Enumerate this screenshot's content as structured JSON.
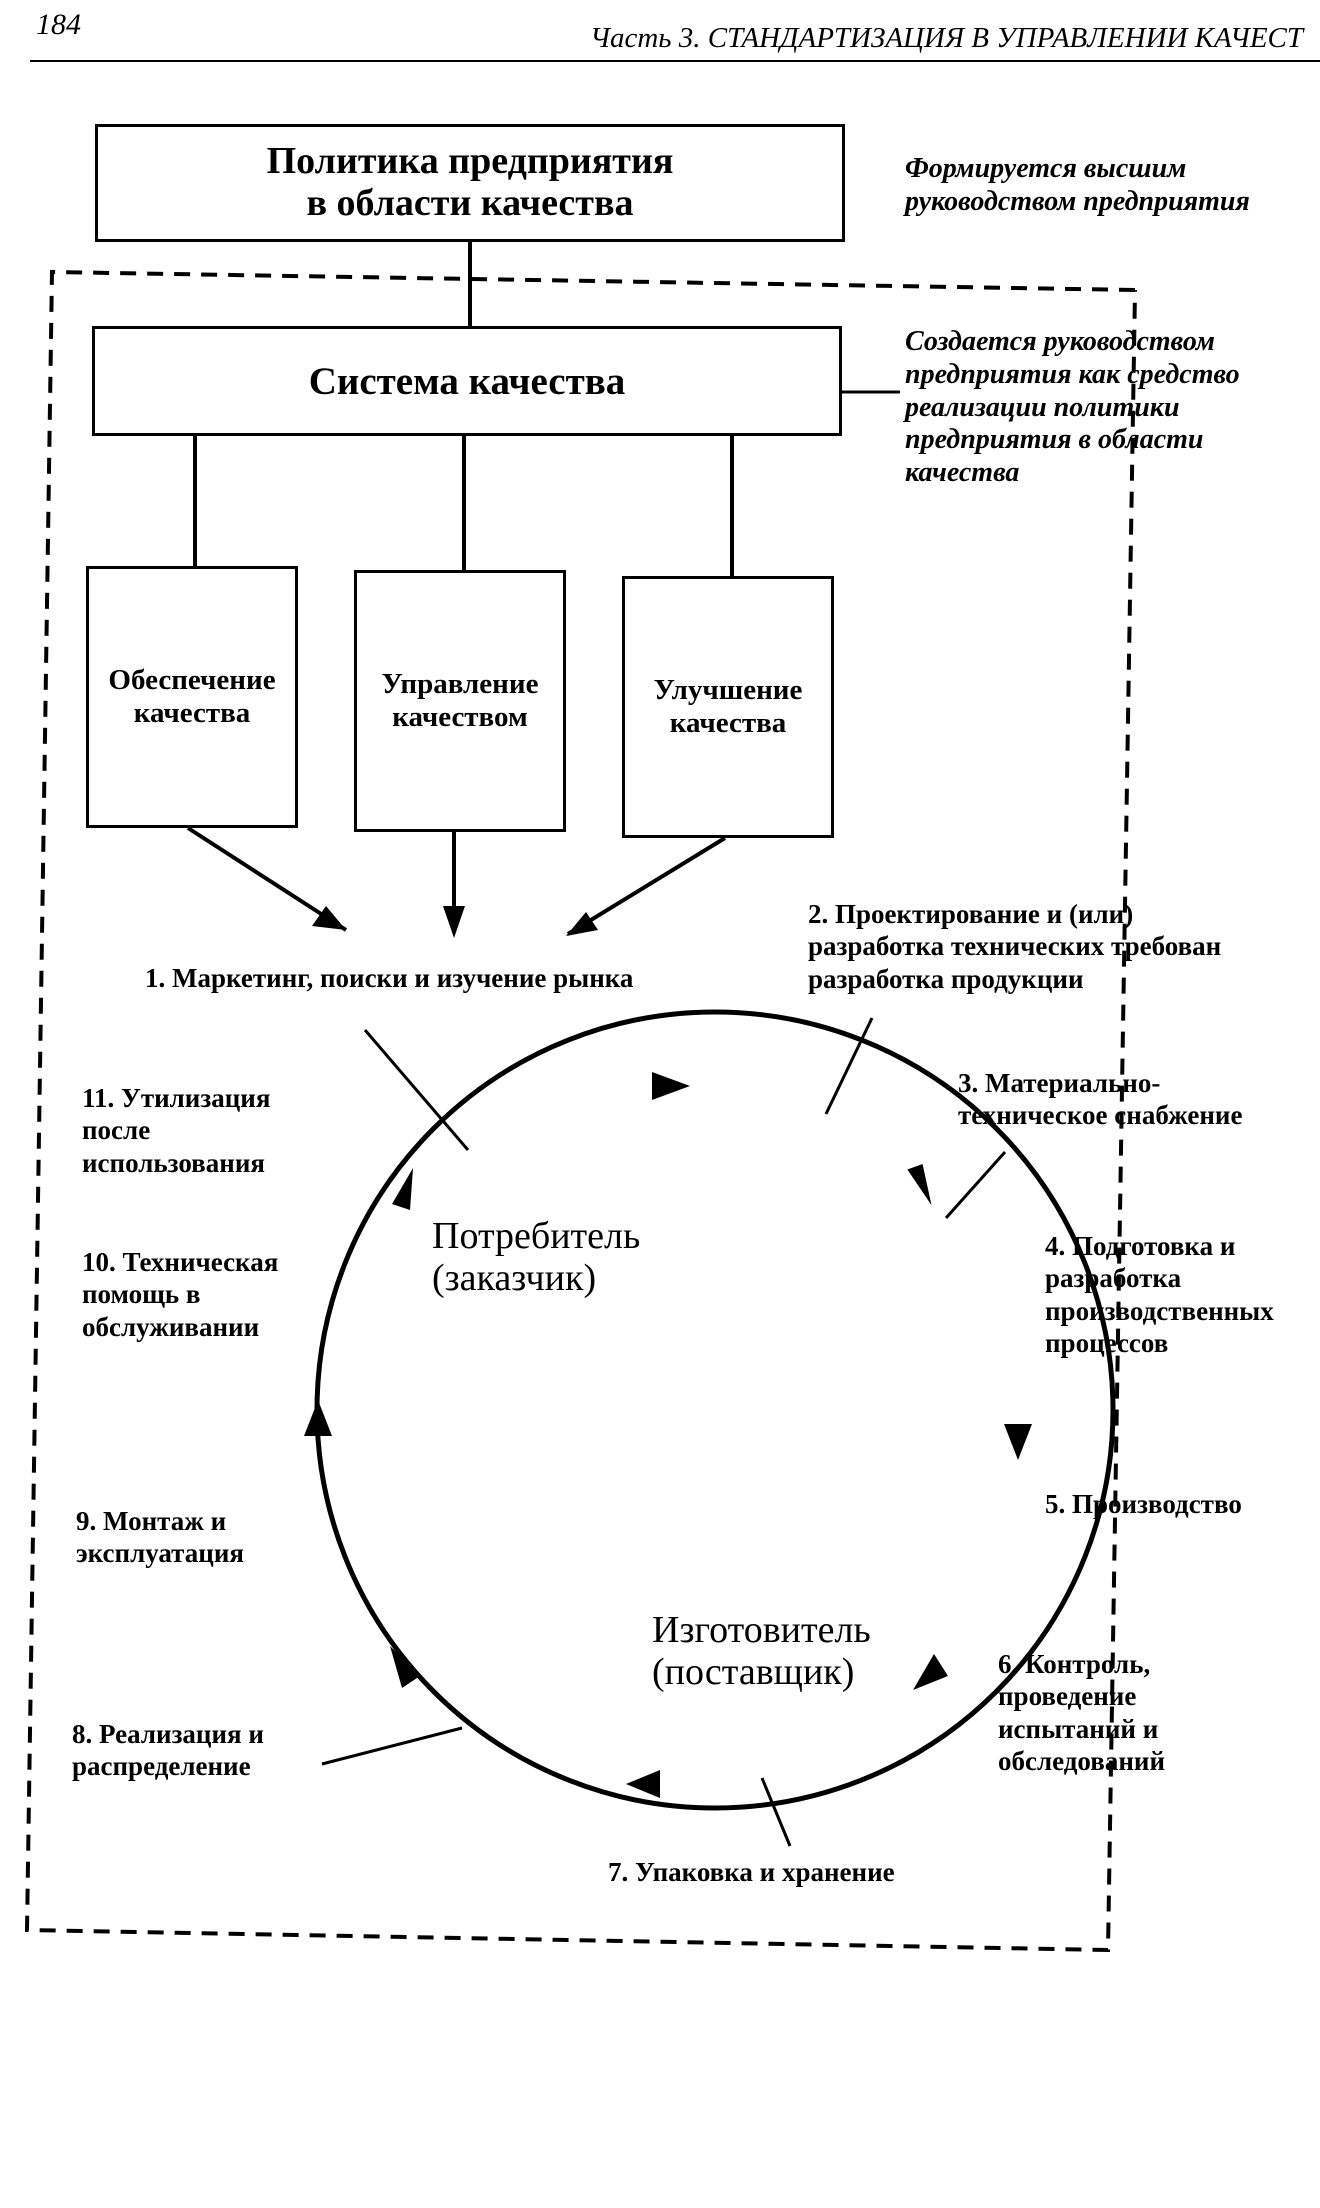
{
  "header": {
    "page_number": "184",
    "running_title": "Часть 3. СТАНДАРТИЗАЦИЯ В УПРАВЛЕНИИ КАЧЕСТ"
  },
  "boxes": {
    "policy": "Политика предприятия\nв области качества",
    "system": "Система качества",
    "assurance": "Обеспечение\nкачества",
    "management": "Управление\nкачеством",
    "improvement": "Улучшение\nкачества"
  },
  "notes": {
    "policy_note": "Формируется высшим\nруководством предприятия",
    "system_note": "Создается руководством\nпредприятия как средство\nреализации политики\nпредприятия в области\nкачества"
  },
  "cycle": {
    "center_top": "Потребитель\n(заказчик)",
    "center_bottom": "Изготовитель\n(поставщик)",
    "stages": {
      "s1": "1. Маркетинг, поиски и изучение рынка",
      "s2": "2. Проектирование и (или)\nразработка технических требован\nразработка продукции",
      "s3": "3. Материально-\nтехническое снабжение",
      "s4": "4. Подготовка и\nразработка\nпроизводственных\nпроцессов",
      "s5": "5. Производство",
      "s6": "6. Контроль,\nпроведение\nиспытаний и\nобследований",
      "s7": "7. Упаковка и хранение",
      "s8": "8. Реализация и\nраспределение",
      "s9": "9. Монтаж и\nэксплуатация",
      "s10": "10. Техническая\nпомощь в\nобслуживании",
      "s11": "11. Утилизация\nпосле\nиспользования"
    }
  }
}
